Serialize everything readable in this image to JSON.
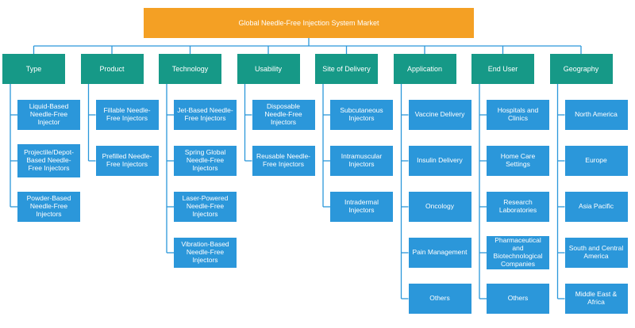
{
  "root": "Global Needle-Free Injection System Market",
  "categories": [
    {
      "label": "Type",
      "items": [
        "Liquid-Based Needle-Free Injector",
        "Projectile/Depot-Based Needle-Free Injectors",
        "Powder-Based Needle-Free Injectors"
      ]
    },
    {
      "label": "Product",
      "items": [
        "Fillable Needle-Free Injectors",
        "Prefilled Needle-Free Injectors"
      ]
    },
    {
      "label": "Technology",
      "items": [
        "Jet-Based Needle-Free Injectors",
        "Spring Global Needle-Free Injectors",
        "Laser-Powered Needle-Free Injectors",
        "Vibration-Based Needle-Free Injectors"
      ]
    },
    {
      "label": "Usability",
      "items": [
        "Disposable Needle-Free Injectors",
        "Reusable Needle-Free Injectors"
      ]
    },
    {
      "label": "Site of Delivery",
      "items": [
        "Subcutaneous Injectors",
        "Intramuscular Injectors",
        "Intradermal Injectors"
      ]
    },
    {
      "label": "Application",
      "items": [
        "Vaccine Delivery",
        "Insulin Delivery",
        "Oncology",
        "Pain Management",
        "Others"
      ]
    },
    {
      "label": "End User",
      "items": [
        "Hospitals and Clinics",
        "Home Care Settings",
        "Research Laboratories",
        "Pharmaceutical and Biotechnological Companies",
        "Others"
      ]
    },
    {
      "label": "Geography",
      "items": [
        "North America",
        "Europe",
        "Asia Pacific",
        "South and Central America",
        "Middle East & Africa"
      ]
    }
  ]
}
